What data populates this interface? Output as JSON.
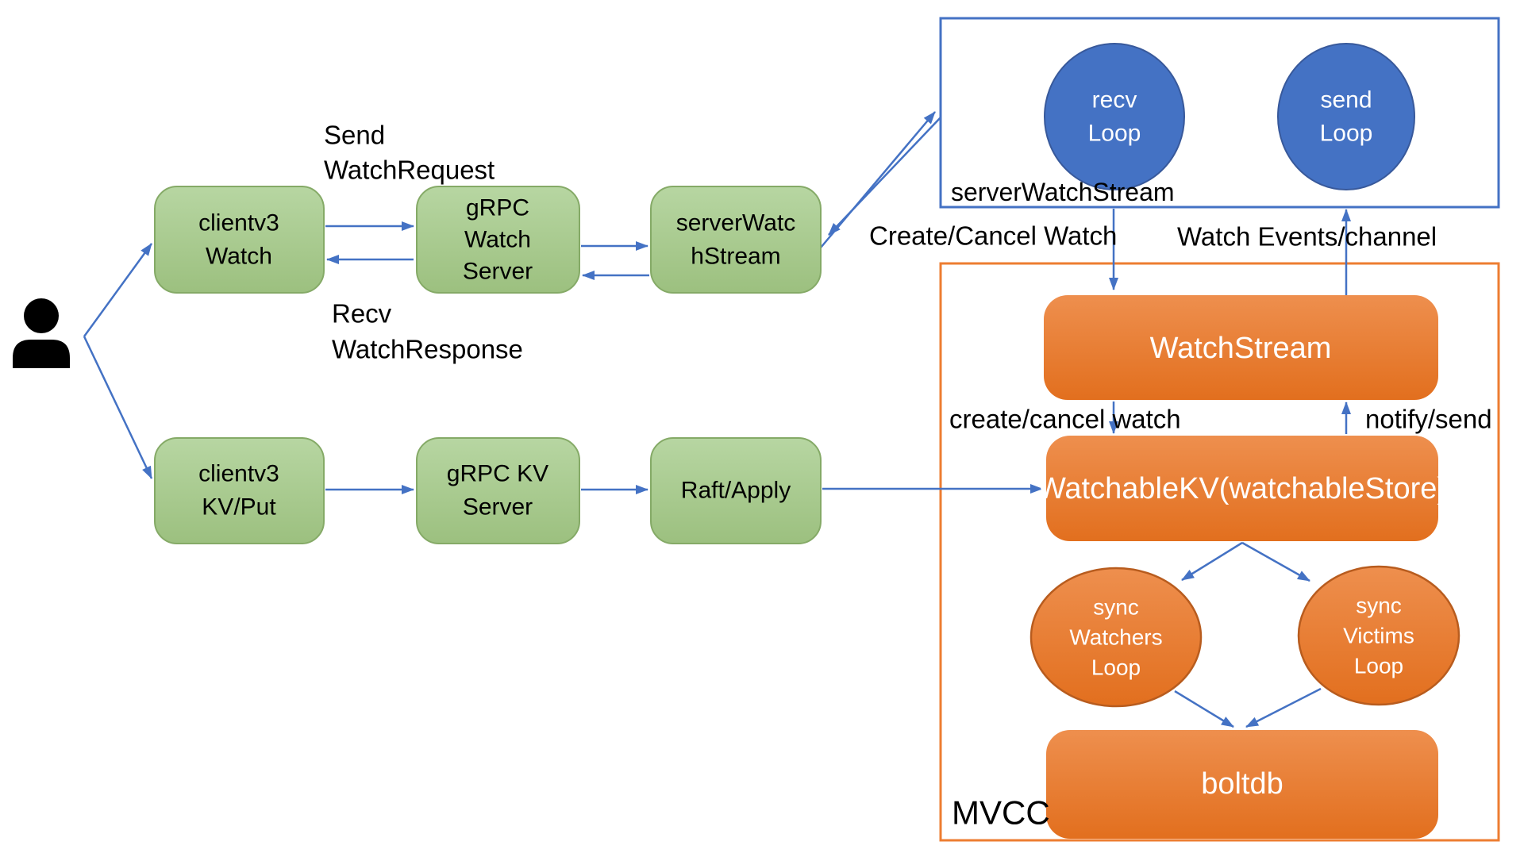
{
  "colors": {
    "arrow_blue": "#4472C4",
    "container_blue_border": "#4472C4",
    "container_orange_border": "#ED7D31",
    "green_fill_top": "#b7d6a2",
    "green_fill_bottom": "#9cc07f",
    "green_border": "#85aa67",
    "orange_fill_top": "#ee8f4e",
    "orange_fill_bottom": "#e26f1e",
    "orange_ellipse_border": "#b85c1e",
    "blue_circle_fill": "#4472C4",
    "blue_circle_border": "#38599b",
    "text_black": "#000000",
    "text_white": "#ffffff"
  },
  "actor": {
    "icon": "person-icon"
  },
  "nodes": {
    "clientv3_watch": {
      "lines": [
        "clientv3",
        "Watch"
      ]
    },
    "grpc_watch_server": {
      "lines": [
        "gRPC",
        "Watch",
        "Server"
      ]
    },
    "server_watch_stream_box": {
      "lines": [
        "serverWatc",
        "hStream"
      ]
    },
    "clientv3_kv_put": {
      "lines": [
        "clientv3",
        "KV/Put"
      ]
    },
    "grpc_kv_server": {
      "lines": [
        "gRPC KV",
        "Server"
      ]
    },
    "raft_apply": {
      "lines": [
        "Raft/Apply"
      ]
    },
    "recv_loop": {
      "lines": [
        "recv",
        "Loop"
      ]
    },
    "send_loop": {
      "lines": [
        "send",
        "Loop"
      ]
    },
    "watch_stream": {
      "label": "WatchStream"
    },
    "watchable_kv": {
      "label": "WatchableKV(watchableStore)"
    },
    "sync_watchers_loop": {
      "lines": [
        "sync",
        "Watchers",
        "Loop"
      ]
    },
    "sync_victims_loop": {
      "lines": [
        "sync",
        "Victims",
        "Loop"
      ]
    },
    "boltdb": {
      "label": "boltdb"
    }
  },
  "containers": {
    "server_watch_stream": {
      "label": "serverWatchStream"
    },
    "mvcc": {
      "label": "MVCC"
    }
  },
  "edge_labels": {
    "send_watch_request": [
      "Send",
      "WatchRequest"
    ],
    "recv_watch_response": [
      "Recv",
      "WatchResponse"
    ],
    "create_cancel_watch_upper": "Create/Cancel Watch",
    "watch_events_channel": "Watch Events/channel",
    "create_cancel_watch_lower": "create/cancel watch",
    "notify_send": "notify/send"
  }
}
